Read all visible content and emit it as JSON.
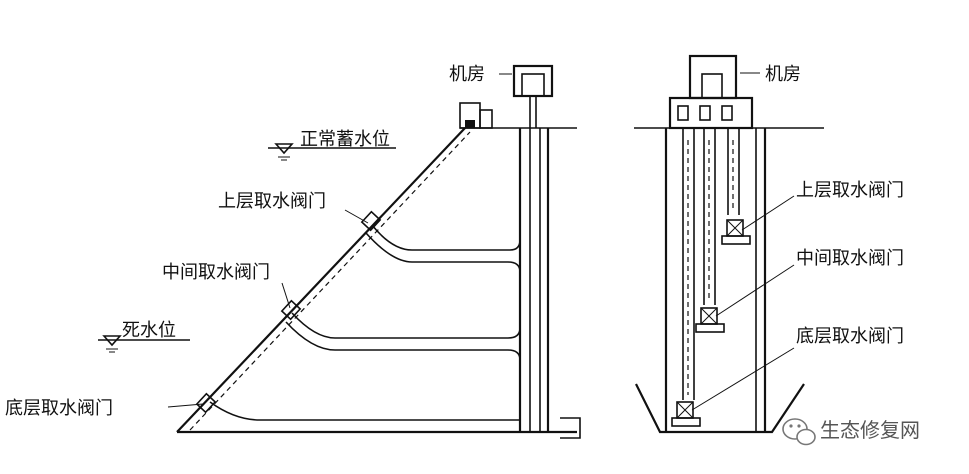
{
  "left_view": {
    "machine_room": "机房",
    "normal_water_level": "正常蓄水位",
    "upper_gate": "上层取水阀门",
    "middle_gate": "中间取水阀门",
    "dead_water_level": "死水位",
    "bottom_gate": "底层取水阀门"
  },
  "right_view": {
    "machine_room": "机房",
    "upper_gate": "上层取水阀门",
    "middle_gate": "中间取水阀门",
    "bottom_gate": "底层取水阀门"
  },
  "watermark": {
    "text": "生态修复网",
    "icon": "wechat-icon"
  },
  "colors": {
    "line": "#111111",
    "background": "#ffffff"
  }
}
